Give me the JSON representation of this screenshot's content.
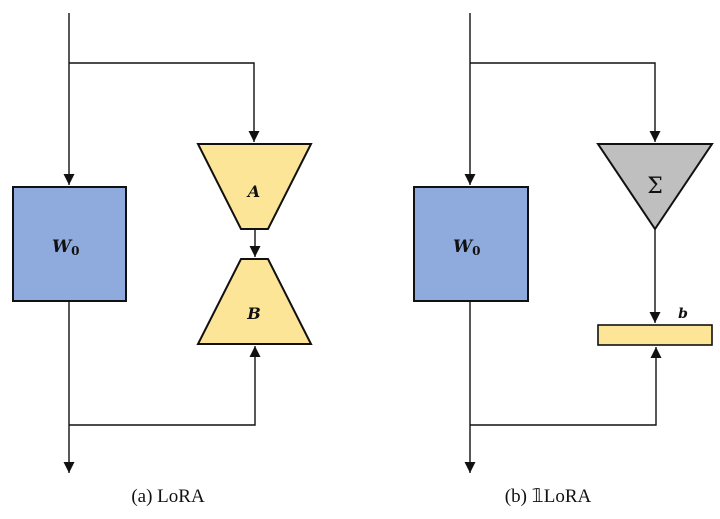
{
  "panels": [
    {
      "caption": "(a) LoRA",
      "frozen_block": {
        "label": "W",
        "subscript": "0"
      },
      "adapter_down": {
        "label": "A"
      },
      "adapter_up": {
        "label": "B"
      }
    },
    {
      "caption": "(b) 𝟙LoRA",
      "frozen_block": {
        "label": "W",
        "subscript": "0"
      },
      "sum_op": {
        "label": "Σ"
      },
      "bias": {
        "label": "b"
      }
    }
  ],
  "colors": {
    "frozen_fill": "#8faadc",
    "adapter_fill": "#fde598",
    "sum_fill": "#bfbfbf",
    "stroke": "#111111"
  }
}
